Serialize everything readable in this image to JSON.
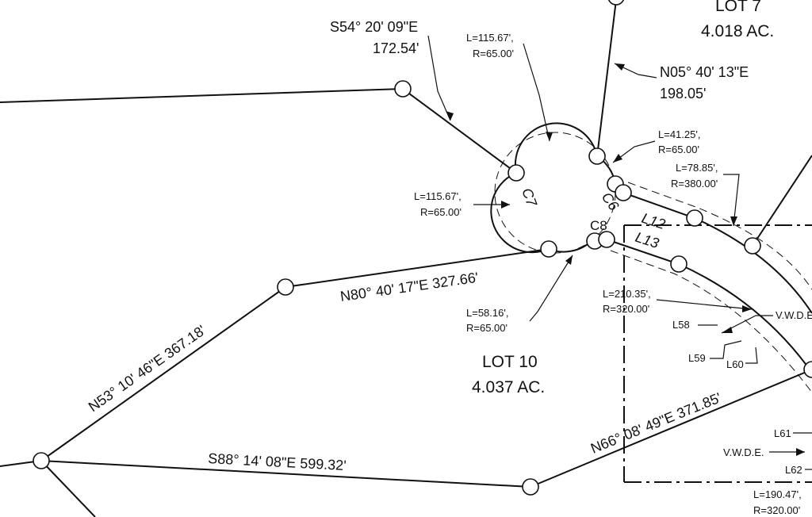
{
  "lots": {
    "lot7": {
      "name": "LOT 7",
      "area": "4.018 AC."
    },
    "lot10": {
      "name": "LOT 10",
      "area": "4.037 AC."
    }
  },
  "bearings": {
    "s54_bearing": "S54° 20' 09\"E",
    "s54_dist": "172.54'",
    "n05_bearing": "N05° 40' 13\"E",
    "n05_dist": "198.05'",
    "n80": "N80° 40' 17\"E    327.66'",
    "n53": "N53° 10' 46\"E    367.18'",
    "s88": "S88° 14' 08\"E    599.32'",
    "n66": "N66° 08' 49\"E    371.85'"
  },
  "curves": {
    "c7_top": {
      "l": "L=115.67',",
      "r": "R=65.00'"
    },
    "c7_left": {
      "l": "L=115.67',",
      "r": "R=65.00'"
    },
    "c6": {
      "l": "L=41.25',",
      "r": "R=65.00'"
    },
    "arc_78": {
      "l": "L=78.85',",
      "r": "R=380.00'"
    },
    "c8": {
      "l": "L=58.16',",
      "r": "R=65.00'"
    },
    "arc_210": {
      "l": "L=210.35',",
      "r": "R=320.00'"
    },
    "arc_190": {
      "l": "L=190.47',",
      "r": "R=320.00'"
    }
  },
  "curve_ids": {
    "c7": "C7",
    "c6": "C6",
    "c8": "C8"
  },
  "line_ids": {
    "l12": "L12",
    "l13": "L13",
    "l58": "L58",
    "l59": "L59",
    "l60": "L60",
    "l61": "L61",
    "l62": "L62"
  },
  "easements": {
    "vwde_upper": "V.W.D.E.",
    "vwde_lower": "V.W.D.E."
  }
}
